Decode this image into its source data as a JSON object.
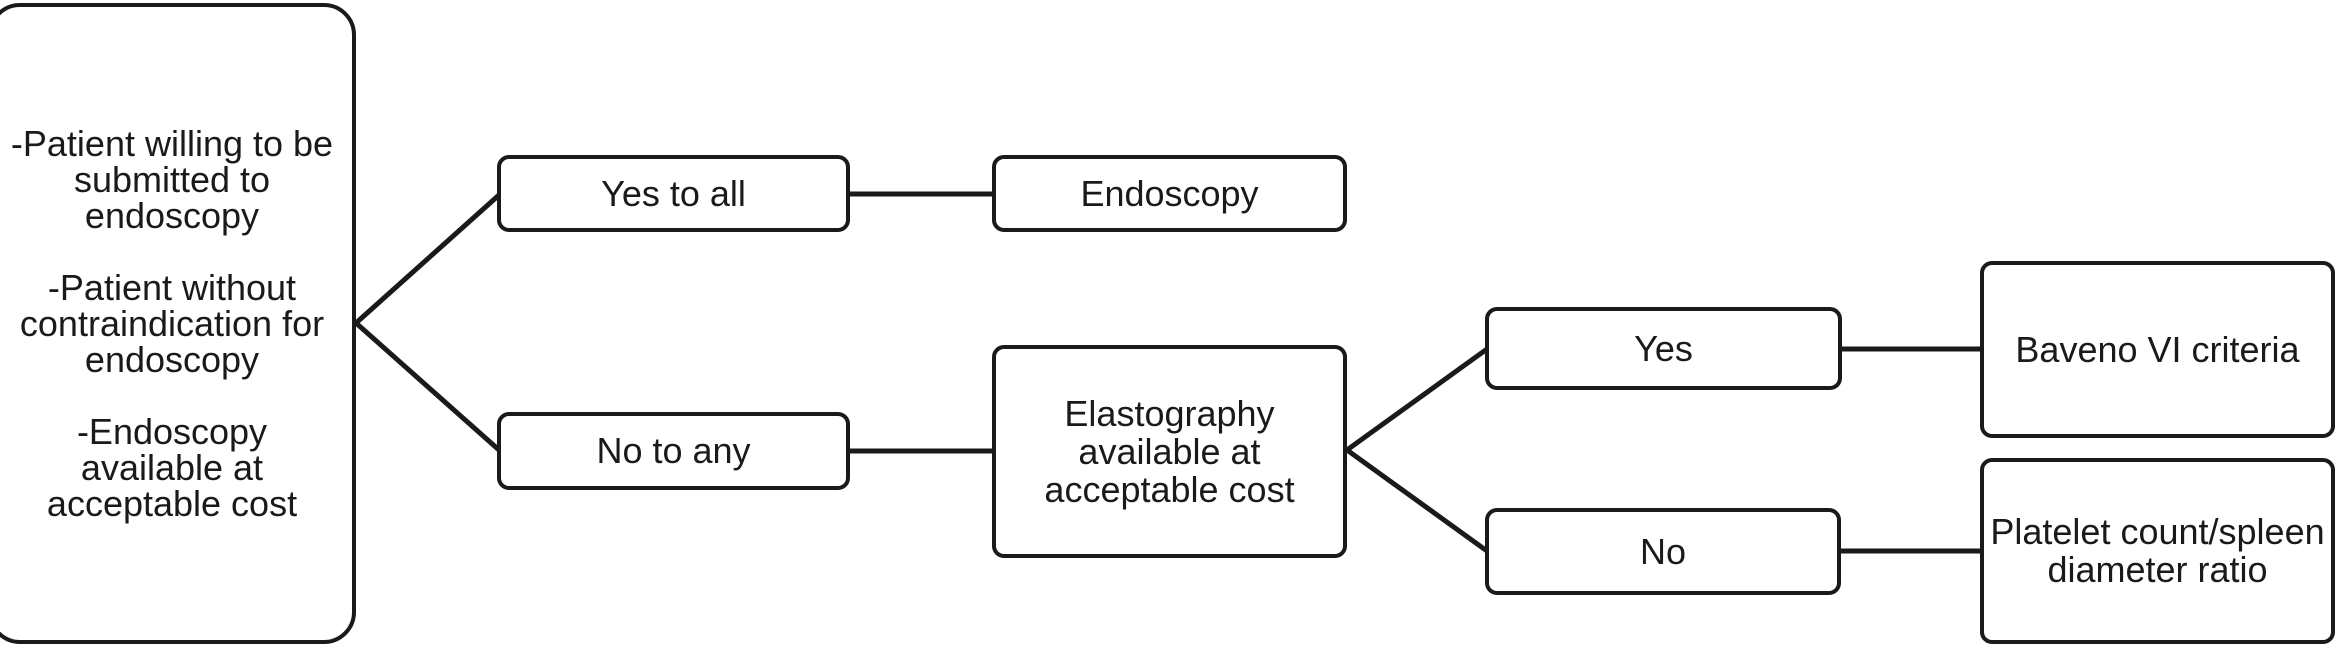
{
  "diagram": {
    "title": "Endoscopy vs elastography screening decision flowchart",
    "stroke_color": "#1a1a1a",
    "background_color": "#ffffff",
    "nodes": {
      "criteria": {
        "id": "criteria",
        "text": "-Patient willing to be submitted to endoscopy\n\n-Patient without contraindication for endoscopy\n\n-Endoscopy available at acceptable cost"
      },
      "yes_to_all": {
        "id": "yes-to-all",
        "text": "Yes to all"
      },
      "endoscopy": {
        "id": "endoscopy",
        "text": "Endoscopy"
      },
      "no_to_any": {
        "id": "no-to-any",
        "text": "No to any"
      },
      "elastography": {
        "id": "elastography",
        "text": "Elastography available at acceptable cost"
      },
      "yes": {
        "id": "yes",
        "text": "Yes"
      },
      "no": {
        "id": "no",
        "text": "No"
      },
      "baveno": {
        "id": "baveno",
        "text": "Baveno VI criteria"
      },
      "platelet": {
        "id": "platelet",
        "text": "Platelet count/spleen diameter ratio"
      }
    },
    "edges": [
      {
        "id": "criteria-to-yes-to-all",
        "from": "criteria",
        "to": "yes_to_all",
        "kind": "branch"
      },
      {
        "id": "criteria-to-no-to-any",
        "from": "criteria",
        "to": "no_to_any",
        "kind": "branch"
      },
      {
        "id": "yes-to-all-to-endoscopy",
        "from": "yes_to_all",
        "to": "endoscopy",
        "kind": "straight"
      },
      {
        "id": "no-to-any-to-elasto",
        "from": "no_to_any",
        "to": "elastography",
        "kind": "straight"
      },
      {
        "id": "elasto-to-yes",
        "from": "elastography",
        "to": "yes",
        "kind": "branch"
      },
      {
        "id": "elasto-to-no",
        "from": "elastography",
        "to": "no",
        "kind": "branch"
      },
      {
        "id": "yes-to-baveno",
        "from": "yes",
        "to": "baveno",
        "kind": "straight"
      },
      {
        "id": "no-to-platelet",
        "from": "no",
        "to": "platelet",
        "kind": "straight"
      }
    ]
  }
}
